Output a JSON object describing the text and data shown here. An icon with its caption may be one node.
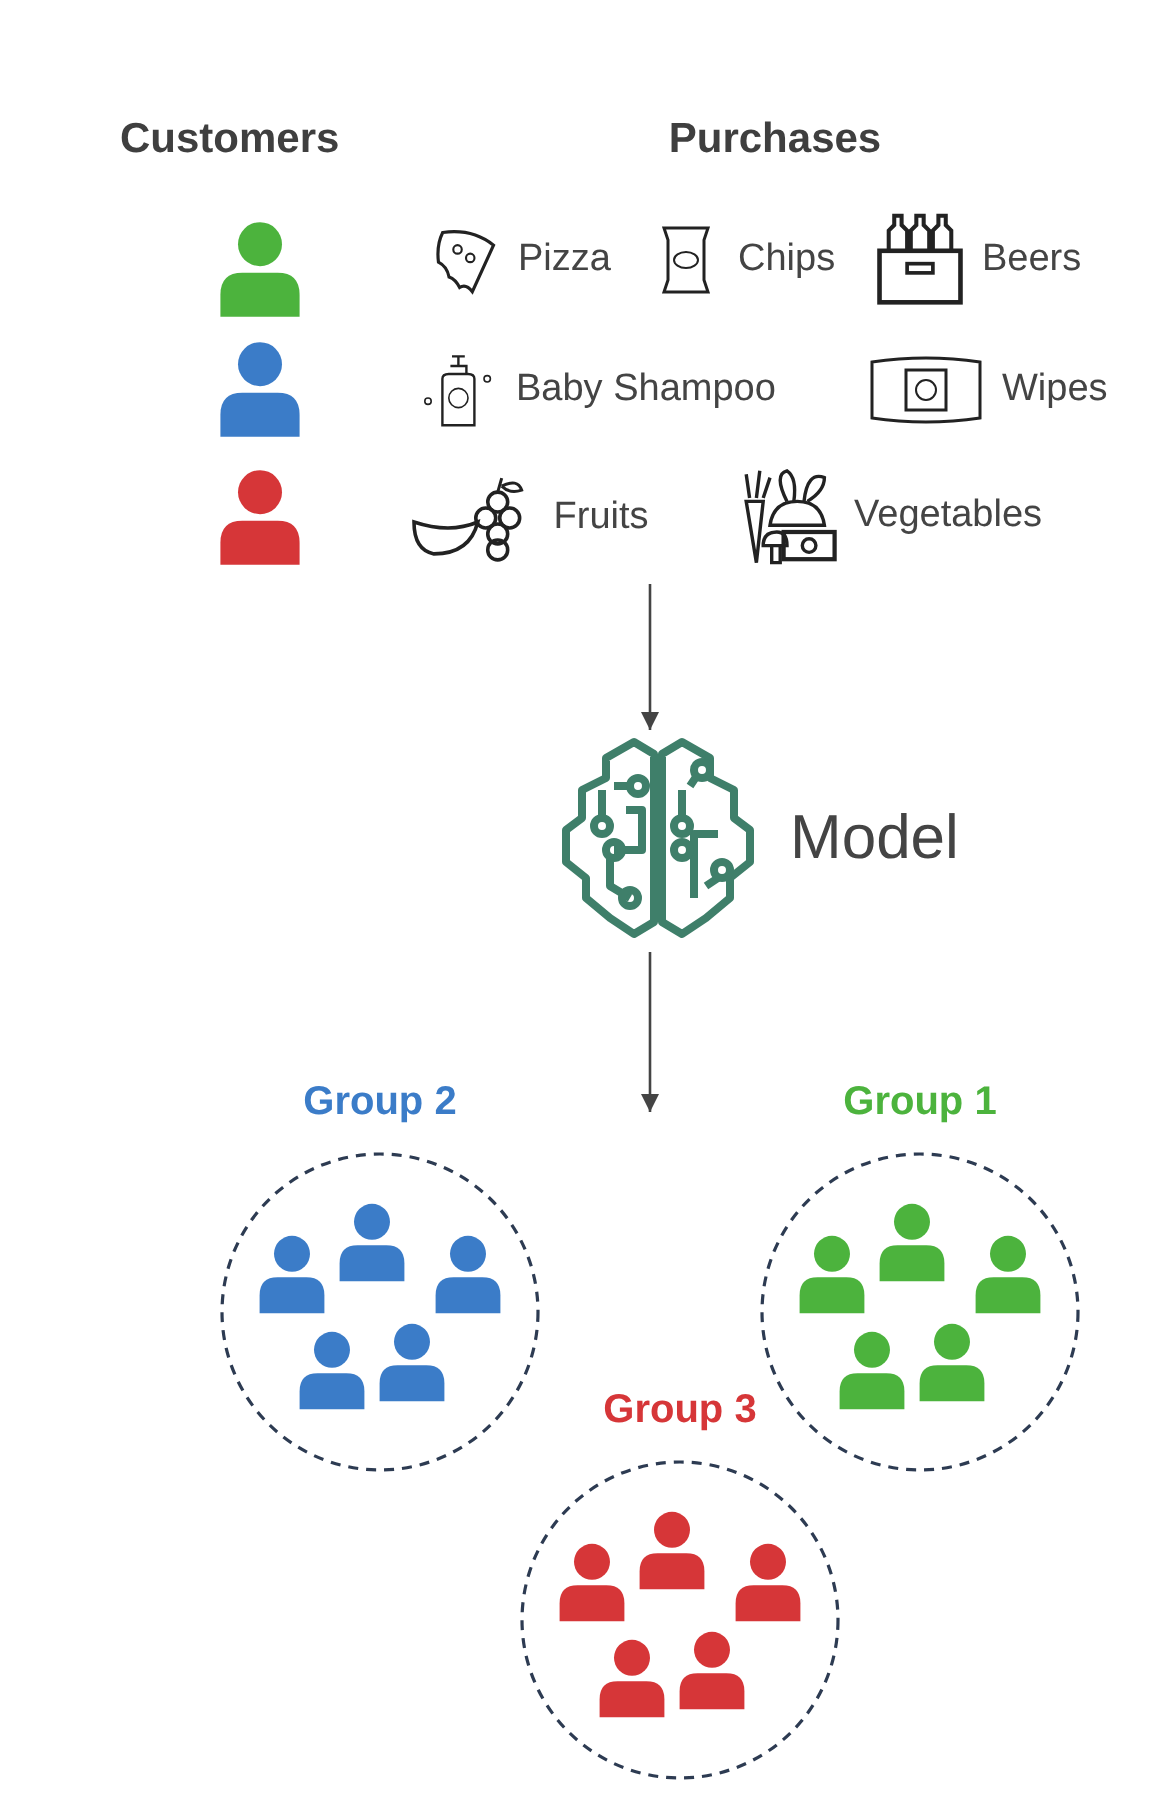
{
  "diagram": {
    "nodes": [
      {
        "text": [
          "Purchases"
        ]
      },
      {
        "text": [
          "Pizza"
        ],
        "in": 0
      },
      {
        "text": [
          "Chips"
        ],
        "in": 0
      },
      {
        "text": [
          "Beers"
        ],
        "in": 0
      },
      {
        "text": [
          "Baby Shampoo"
        ],
        "in": 0
      },
      {
        "text": [
          "Wipes"
        ],
        "in": 0
      },
      {
        "text": [
          "Fruits"
        ],
        "in": 0
      },
      {
        "text": [
          "Vegetables"
        ],
        "in": 0
      },
      {
        "text": [
          "Model"
        ]
      },
      {
        "text": [
          "Group 2"
        ]
      },
      {
        "text": [
          "Group 1"
        ]
      },
      {
        "text": [
          "Group 3"
        ]
      }
    ],
    "edges": [
      {
        "from": 0,
        "to": 8,
        "arrow": "to"
      },
      {
        "from": 8,
        "to": null,
        "arrow": "to"
      }
    ],
    "labels": [
      "Customers"
    ]
  }
}
